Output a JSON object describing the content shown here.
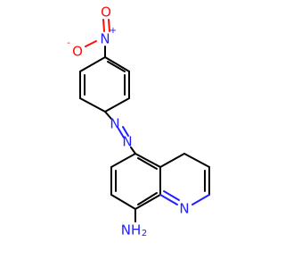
{
  "molecule": {
    "colors": {
      "bond": "#000000",
      "nitrogen": "#2020ff",
      "oxygen": "#ff0d0d"
    },
    "atoms": {
      "o_top": "O",
      "o_left": "O",
      "o_left_charge": "-",
      "n_nitro": "N",
      "n_nitro_charge": "+",
      "n_azo_1": "N",
      "n_azo_2": "N",
      "n_ring": "N",
      "nh2": "NH",
      "nh2_sub": "2"
    }
  }
}
